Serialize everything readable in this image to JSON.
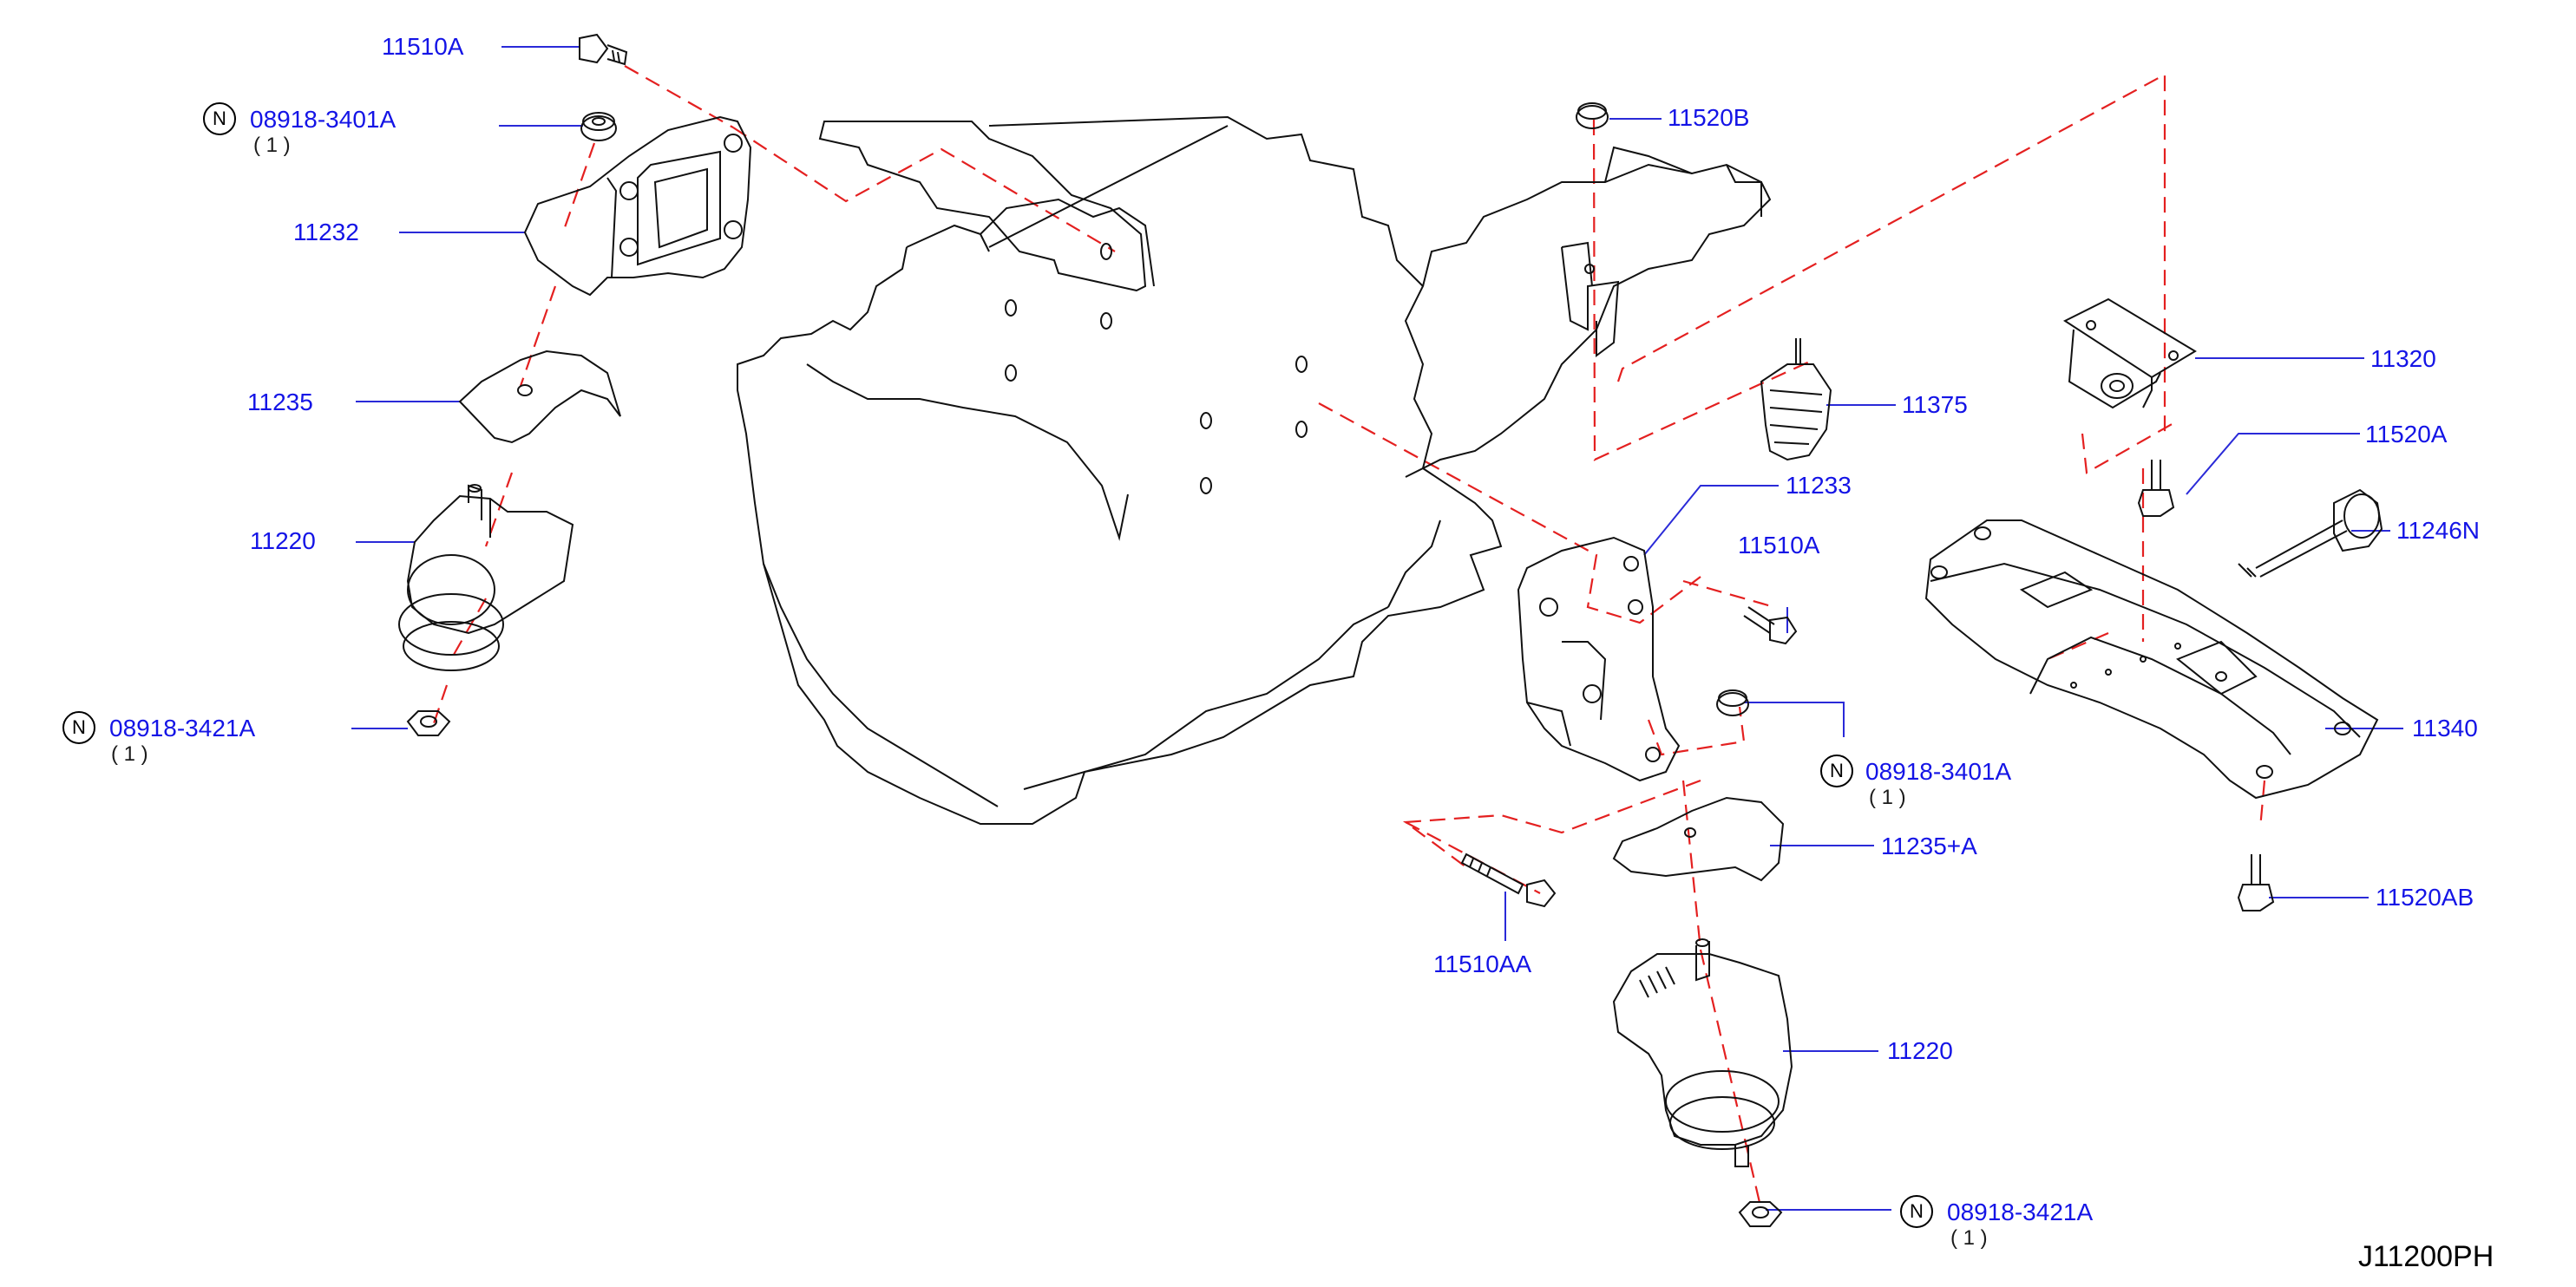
{
  "colors": {
    "label": "#1414e6",
    "leader": "#2a2ad8",
    "dash": "#e42020",
    "ink": "#111111"
  },
  "icons": {
    "note_circle": "N"
  },
  "diagram_code": "J11200PH",
  "labels": {
    "p11510A_top": "11510A",
    "p08918_3401A_top": "08918-3401A",
    "p08918_3401A_top_qty": "( 1 )",
    "p11232": "11232",
    "p11235": "11235",
    "p11220_left": "11220",
    "p08918_3421A_left": "08918-3421A",
    "p08918_3421A_left_qty": "( 1 )",
    "p11520B": "11520B",
    "p11375": "11375",
    "p11233": "11233",
    "p11510A_mid": "11510A",
    "p08918_3401A_mid": "08918-3401A",
    "p08918_3401A_mid_qty": "( 1 )",
    "p11235A": "11235+A",
    "p11510AA": "11510AA",
    "p11220_right": "11220",
    "p08918_3421A_bot": "08918-3421A",
    "p08918_3421A_bot_qty": "( 1 )",
    "p11320": "11320",
    "p11520A": "11520A",
    "p11246N": "11246N",
    "p11340": "11340",
    "p11520AB": "11520AB"
  }
}
